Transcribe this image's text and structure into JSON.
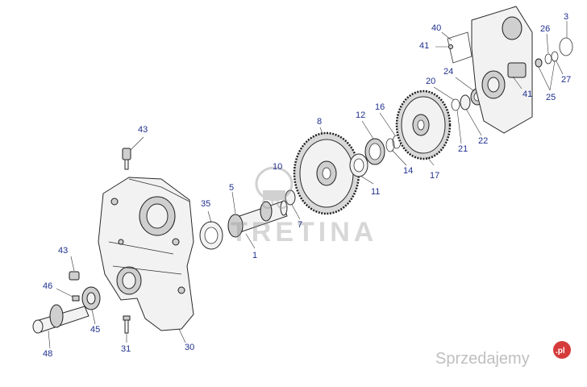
{
  "callouts": {
    "c1": "1",
    "c3": "3",
    "c5": "5",
    "c7": "7",
    "c8": "8",
    "c10": "10",
    "c11": "11",
    "c12": "12",
    "c14": "14",
    "c16": "16",
    "c17": "17",
    "c20": "20",
    "c21": "21",
    "c22": "22",
    "c24": "24",
    "c25": "25",
    "c26": "26",
    "c27": "27",
    "c30": "30",
    "c31": "31",
    "c35": "35",
    "c40": "40",
    "c41a": "41",
    "c41b": "41",
    "c43a": "43",
    "c43b": "43",
    "c45": "45",
    "c46": "46",
    "c48": "48"
  },
  "watermark": {
    "text": "TRETINA"
  },
  "brand": {
    "text": "Sprzedajemy",
    "suffix": ".pl"
  },
  "colors": {
    "callout": "#1f2f8f",
    "brand_dot": "#d63b3b"
  }
}
